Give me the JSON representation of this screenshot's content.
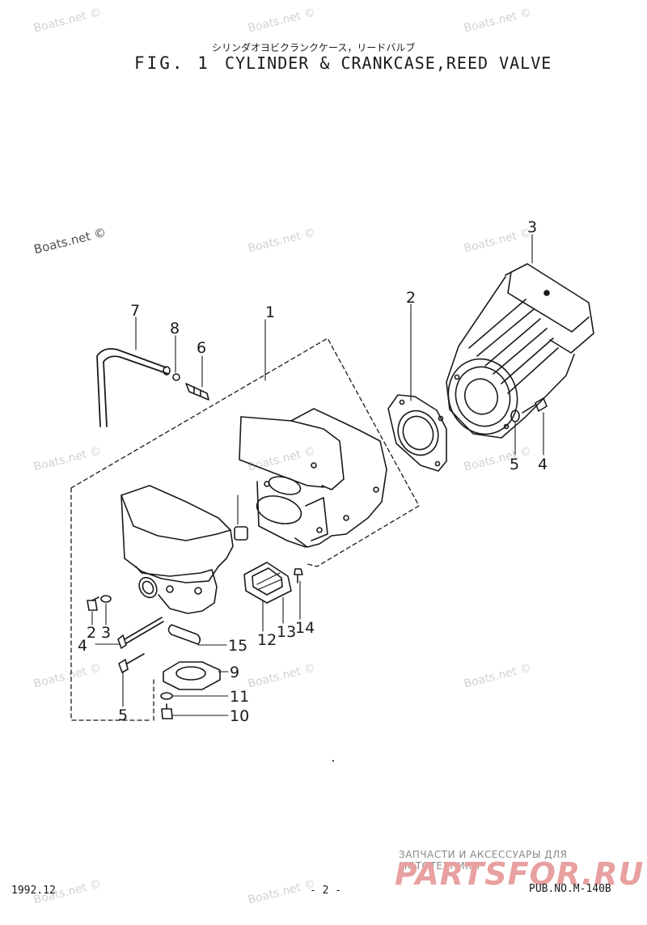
{
  "header": {
    "jp_title": "シリンダオヨビクランクケース，リードバルブ",
    "fig_label": "FIG. 1",
    "title": "CYLINDER & CRANKCASE,REED VALVE"
  },
  "watermark_text": "Boats.net ©",
  "callouts": [
    "1",
    "2",
    "3",
    "4",
    "5",
    "6",
    "7",
    "8",
    "2",
    "3",
    "4",
    "5",
    "9",
    "10",
    "11",
    "12",
    "13",
    "14",
    "15"
  ],
  "footer": {
    "date": "1992.12",
    "page": "- 2 -",
    "pub_no": "PUB.NO.M-140B"
  },
  "brand": {
    "tagline": "ЗАПЧАСТИ И АКСЕССУАРЫ ДЛЯ МОТОТЕХНИКИ",
    "name": "PARTSFOR.RU"
  }
}
